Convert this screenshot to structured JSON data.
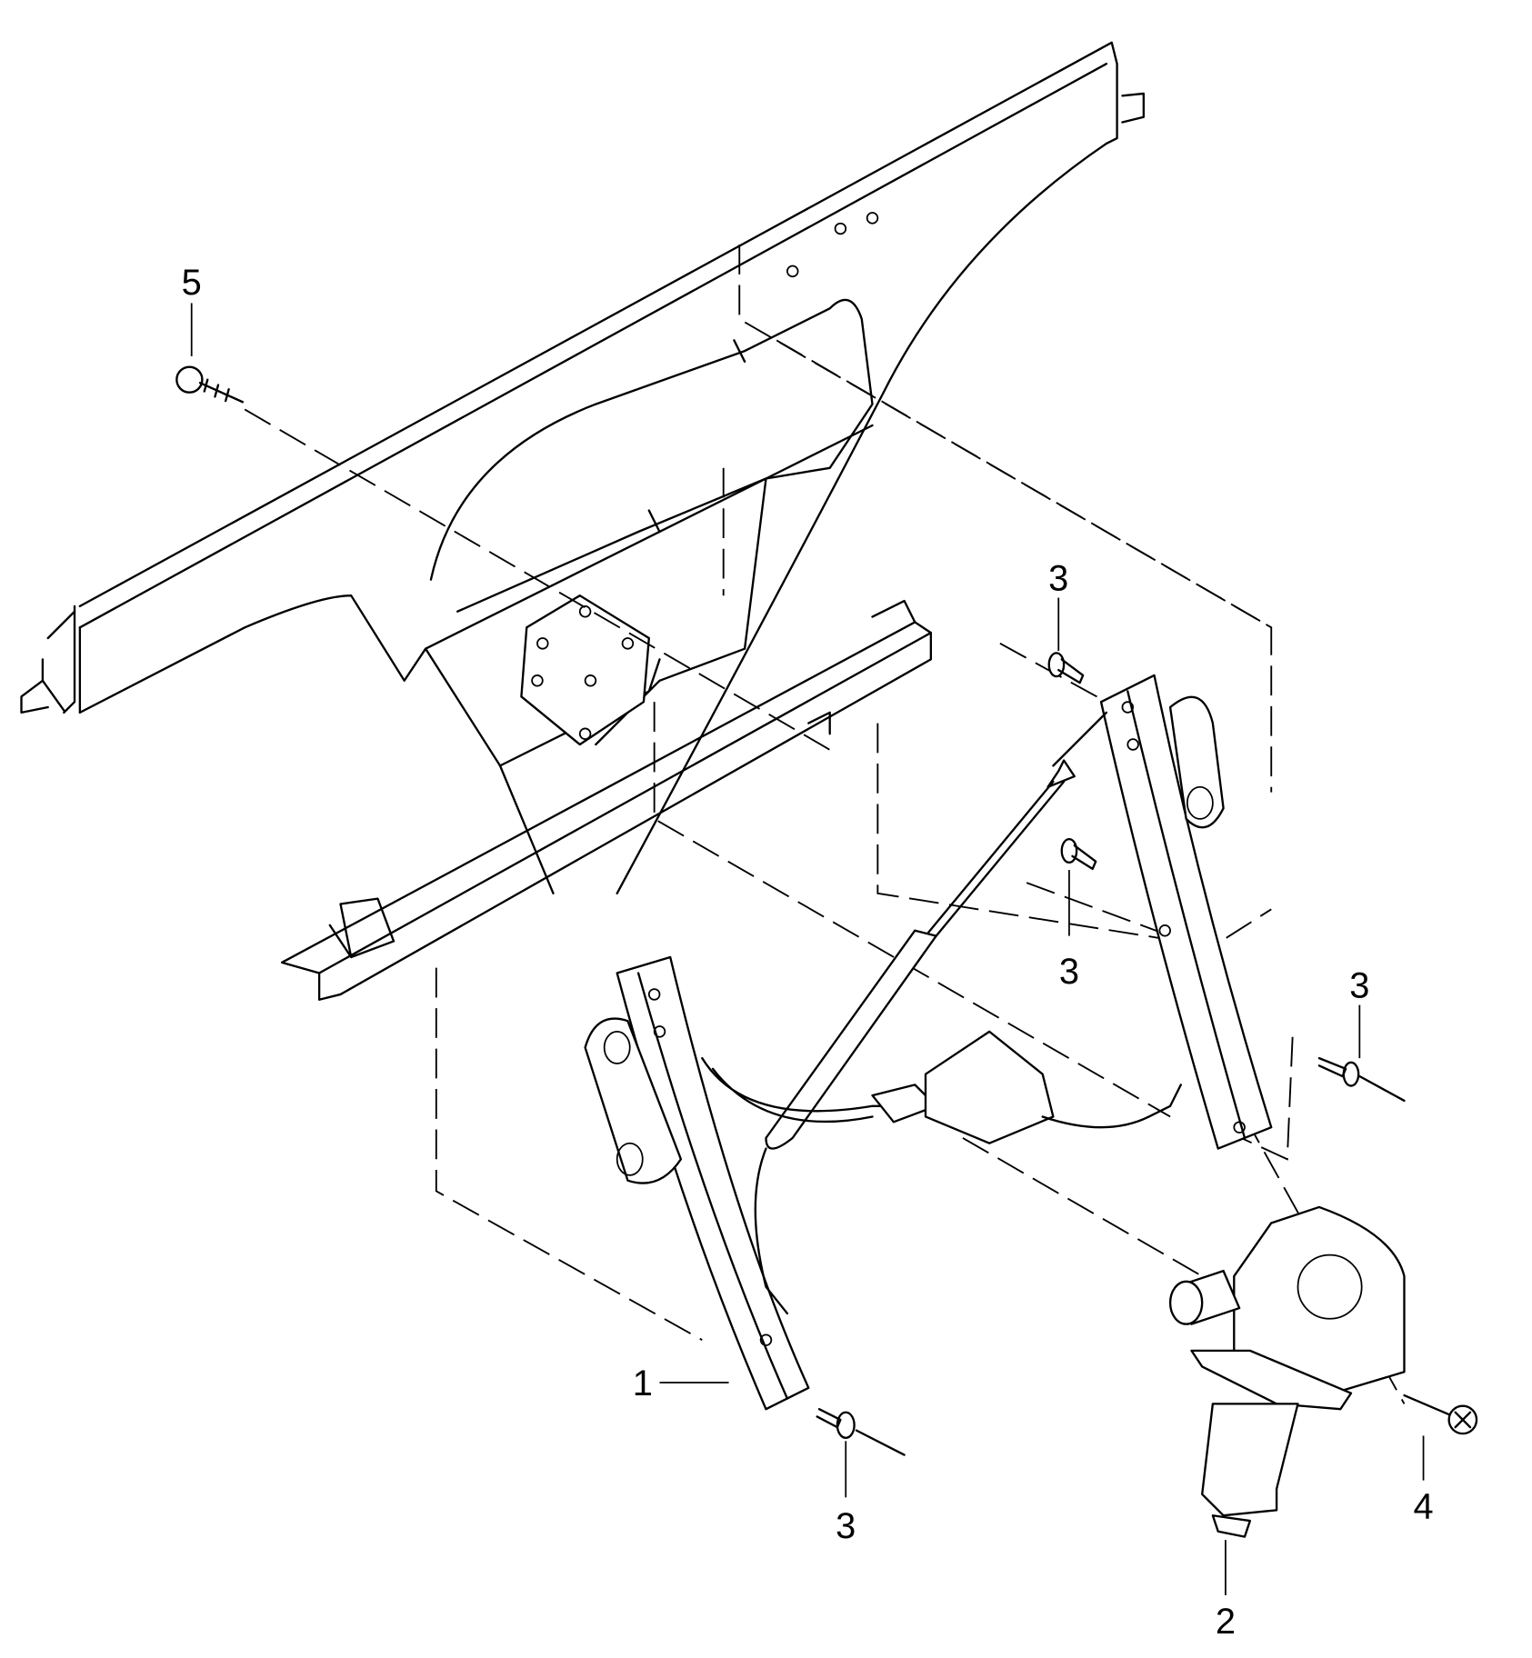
{
  "diagram": {
    "type": "exploded parts diagram - window regulator",
    "callouts": {
      "item_5": "5",
      "item_3_top": "3",
      "item_3_middle": "3",
      "item_3_right": "3",
      "item_1": "1",
      "item_3_bottom": "3",
      "item_4": "4",
      "item_2": "2"
    },
    "colors": {
      "line": "#000000",
      "background": "#ffffff"
    }
  }
}
